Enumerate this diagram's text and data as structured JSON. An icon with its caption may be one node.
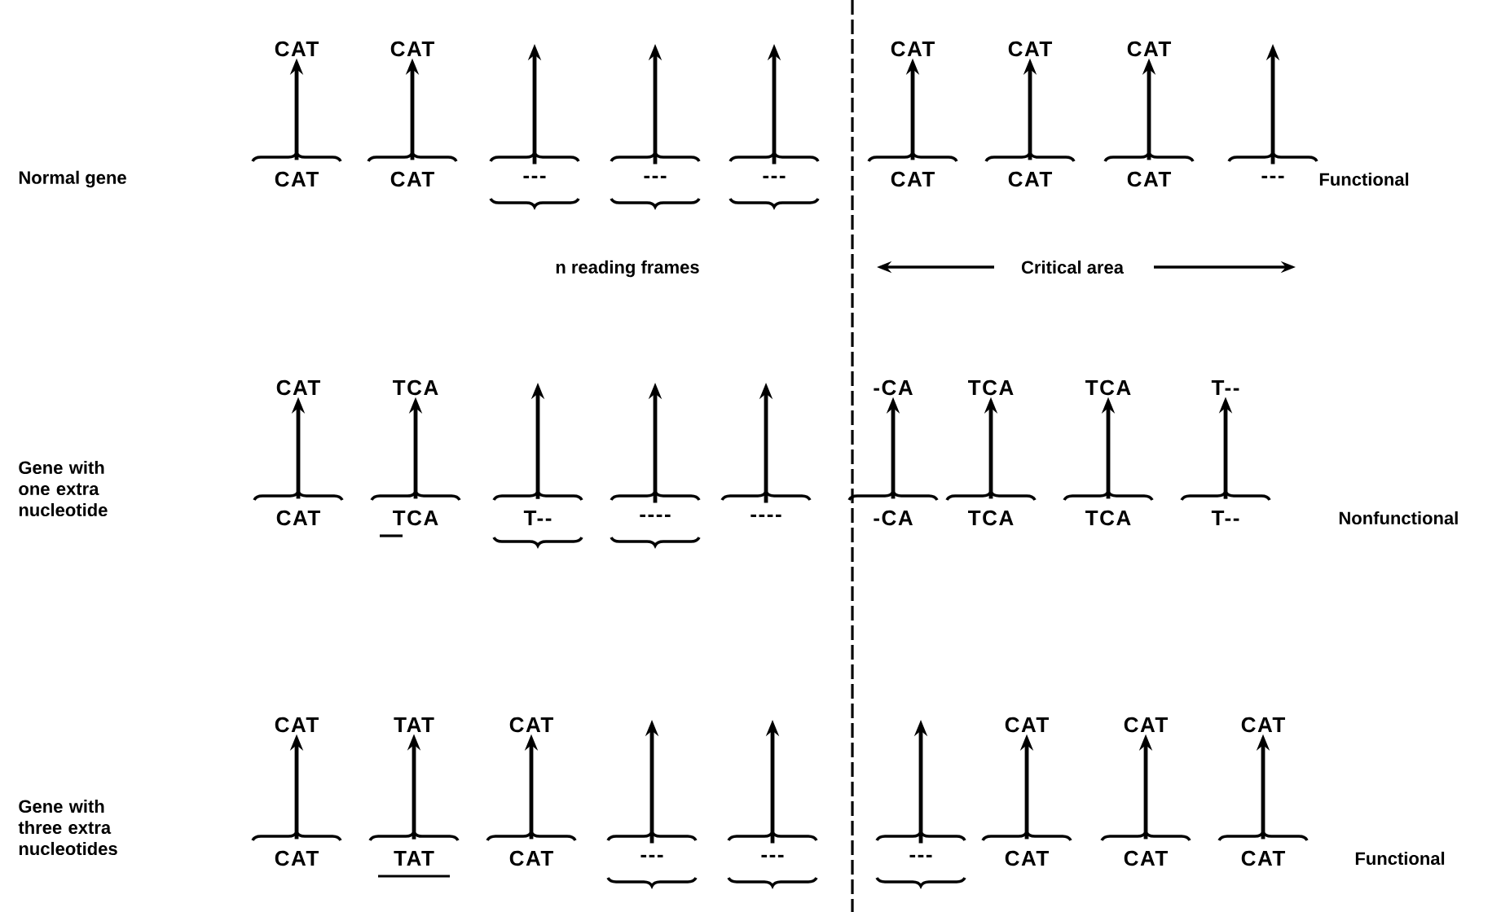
{
  "diagram": {
    "nodes": [
      {
        "text": [
          "CAT"
        ]
      },
      {
        "text": [
          "CAT"
        ]
      },
      {
        "text": [
          "CAT"
        ]
      },
      {
        "text": [
          "CAT"
        ]
      },
      {
        "text": [
          "CAT"
        ]
      },
      {
        "text": [
          "CAT"
        ]
      },
      {
        "text": [
          "CAT"
        ]
      },
      {
        "text": [
          "---"
        ]
      },
      {
        "text": [
          "---"
        ]
      },
      {
        "text": [
          "---"
        ]
      },
      {
        "text": [
          "CAT"
        ]
      },
      {
        "text": [
          "CAT"
        ]
      },
      {
        "text": [
          "CAT"
        ]
      },
      {
        "text": [
          "---"
        ]
      },
      {
        "text": [
          "CAT"
        ]
      },
      {
        "text": [
          "TCA"
        ]
      },
      {
        "text": [
          "-CA"
        ]
      },
      {
        "text": [
          "TCA"
        ]
      },
      {
        "text": [
          "TCA"
        ]
      },
      {
        "text": [
          "T--"
        ]
      },
      {
        "text": [
          "CAT"
        ]
      },
      {
        "text": [
          "TCA"
        ]
      },
      {
        "text": [
          "T--"
        ]
      },
      {
        "text": [
          "----"
        ]
      },
      {
        "text": [
          "----"
        ]
      },
      {
        "text": [
          "-CA"
        ]
      },
      {
        "text": [
          "TCA"
        ]
      },
      {
        "text": [
          "TCA"
        ]
      },
      {
        "text": [
          "T--"
        ]
      },
      {
        "text": [
          "CAT"
        ]
      },
      {
        "text": [
          "TAT"
        ]
      },
      {
        "text": [
          "CAT"
        ]
      },
      {
        "text": [
          "CAT"
        ]
      },
      {
        "text": [
          "CAT"
        ]
      },
      {
        "text": [
          "CAT"
        ]
      },
      {
        "text": [
          "CAT"
        ]
      },
      {
        "text": [
          "TAT"
        ]
      },
      {
        "text": [
          "CAT"
        ]
      },
      {
        "text": [
          "---"
        ]
      },
      {
        "text": [
          "---"
        ]
      },
      {
        "text": [
          "---"
        ]
      },
      {
        "text": [
          "CAT"
        ]
      },
      {
        "text": [
          "CAT"
        ]
      },
      {
        "text": [
          "CAT"
        ]
      }
    ],
    "edges": [
      {
        "from": 5,
        "to": 0,
        "arrow": "to"
      },
      {
        "from": 6,
        "to": 1,
        "arrow": "to"
      },
      {
        "from": 7,
        "to": null,
        "arrow": "to"
      },
      {
        "from": 8,
        "to": null,
        "arrow": "to"
      },
      {
        "from": 9,
        "to": null,
        "arrow": "to"
      },
      {
        "from": 10,
        "to": 2,
        "arrow": "to"
      },
      {
        "from": 11,
        "to": 3,
        "arrow": "to"
      },
      {
        "from": 12,
        "to": 4,
        "arrow": "to"
      },
      {
        "from": 13,
        "to": null,
        "arrow": "to"
      },
      {
        "from": 20,
        "to": 14,
        "arrow": "to"
      },
      {
        "from": 21,
        "to": 15,
        "arrow": "to"
      },
      {
        "from": 22,
        "to": null,
        "arrow": "to"
      },
      {
        "from": 23,
        "to": null,
        "arrow": "to"
      },
      {
        "from": 24,
        "to": null,
        "arrow": "to"
      },
      {
        "from": 25,
        "to": 16,
        "arrow": "to"
      },
      {
        "from": 26,
        "to": 17,
        "arrow": "to"
      },
      {
        "from": 27,
        "to": 18,
        "arrow": "to"
      },
      {
        "from": 28,
        "to": 19,
        "arrow": "to"
      },
      {
        "from": 35,
        "to": 29,
        "arrow": "to"
      },
      {
        "from": 36,
        "to": 30,
        "arrow": "to"
      },
      {
        "from": 37,
        "to": 31,
        "arrow": "to"
      },
      {
        "from": 38,
        "to": null,
        "arrow": "to"
      },
      {
        "from": 39,
        "to": null,
        "arrow": "to"
      },
      {
        "from": 40,
        "to": null,
        "arrow": "to"
      },
      {
        "from": 41,
        "to": 32,
        "arrow": "to"
      },
      {
        "from": 42,
        "to": 33,
        "arrow": "to"
      },
      {
        "from": 43,
        "to": 34,
        "arrow": "to"
      }
    ],
    "labels": [
      "Normal gene",
      "Functional",
      "n reading frames",
      "Critical area",
      "Gene with one extra nucleotide",
      "Nonfunctional",
      "Gene with three extra nucleotides",
      "Functional"
    ]
  }
}
